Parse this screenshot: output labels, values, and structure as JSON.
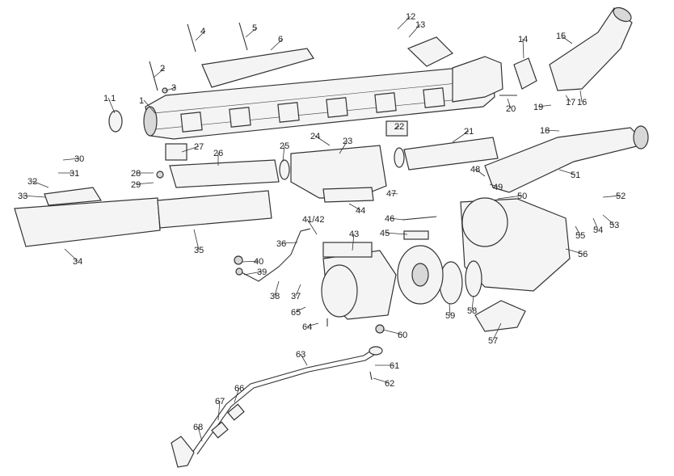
{
  "diagram": {
    "callouts": [
      "1.1",
      "1",
      "2",
      "3",
      "4",
      "5",
      "6",
      "12",
      "13",
      "14",
      "15",
      "16",
      "17",
      "19",
      "20",
      "18",
      "21",
      "22",
      "23",
      "24",
      "25",
      "26",
      "27",
      "28",
      "29",
      "30",
      "31",
      "32",
      "33",
      "34",
      "35",
      "36",
      "37",
      "38",
      "39",
      "40",
      "41/42",
      "43",
      "44",
      "45",
      "46",
      "47",
      "48",
      "49",
      "50",
      "51",
      "52",
      "53",
      "54",
      "55",
      "56",
      "57",
      "58",
      "59",
      "60",
      "61",
      "62",
      "63",
      "64",
      "65",
      "66",
      "67",
      "68"
    ]
  }
}
